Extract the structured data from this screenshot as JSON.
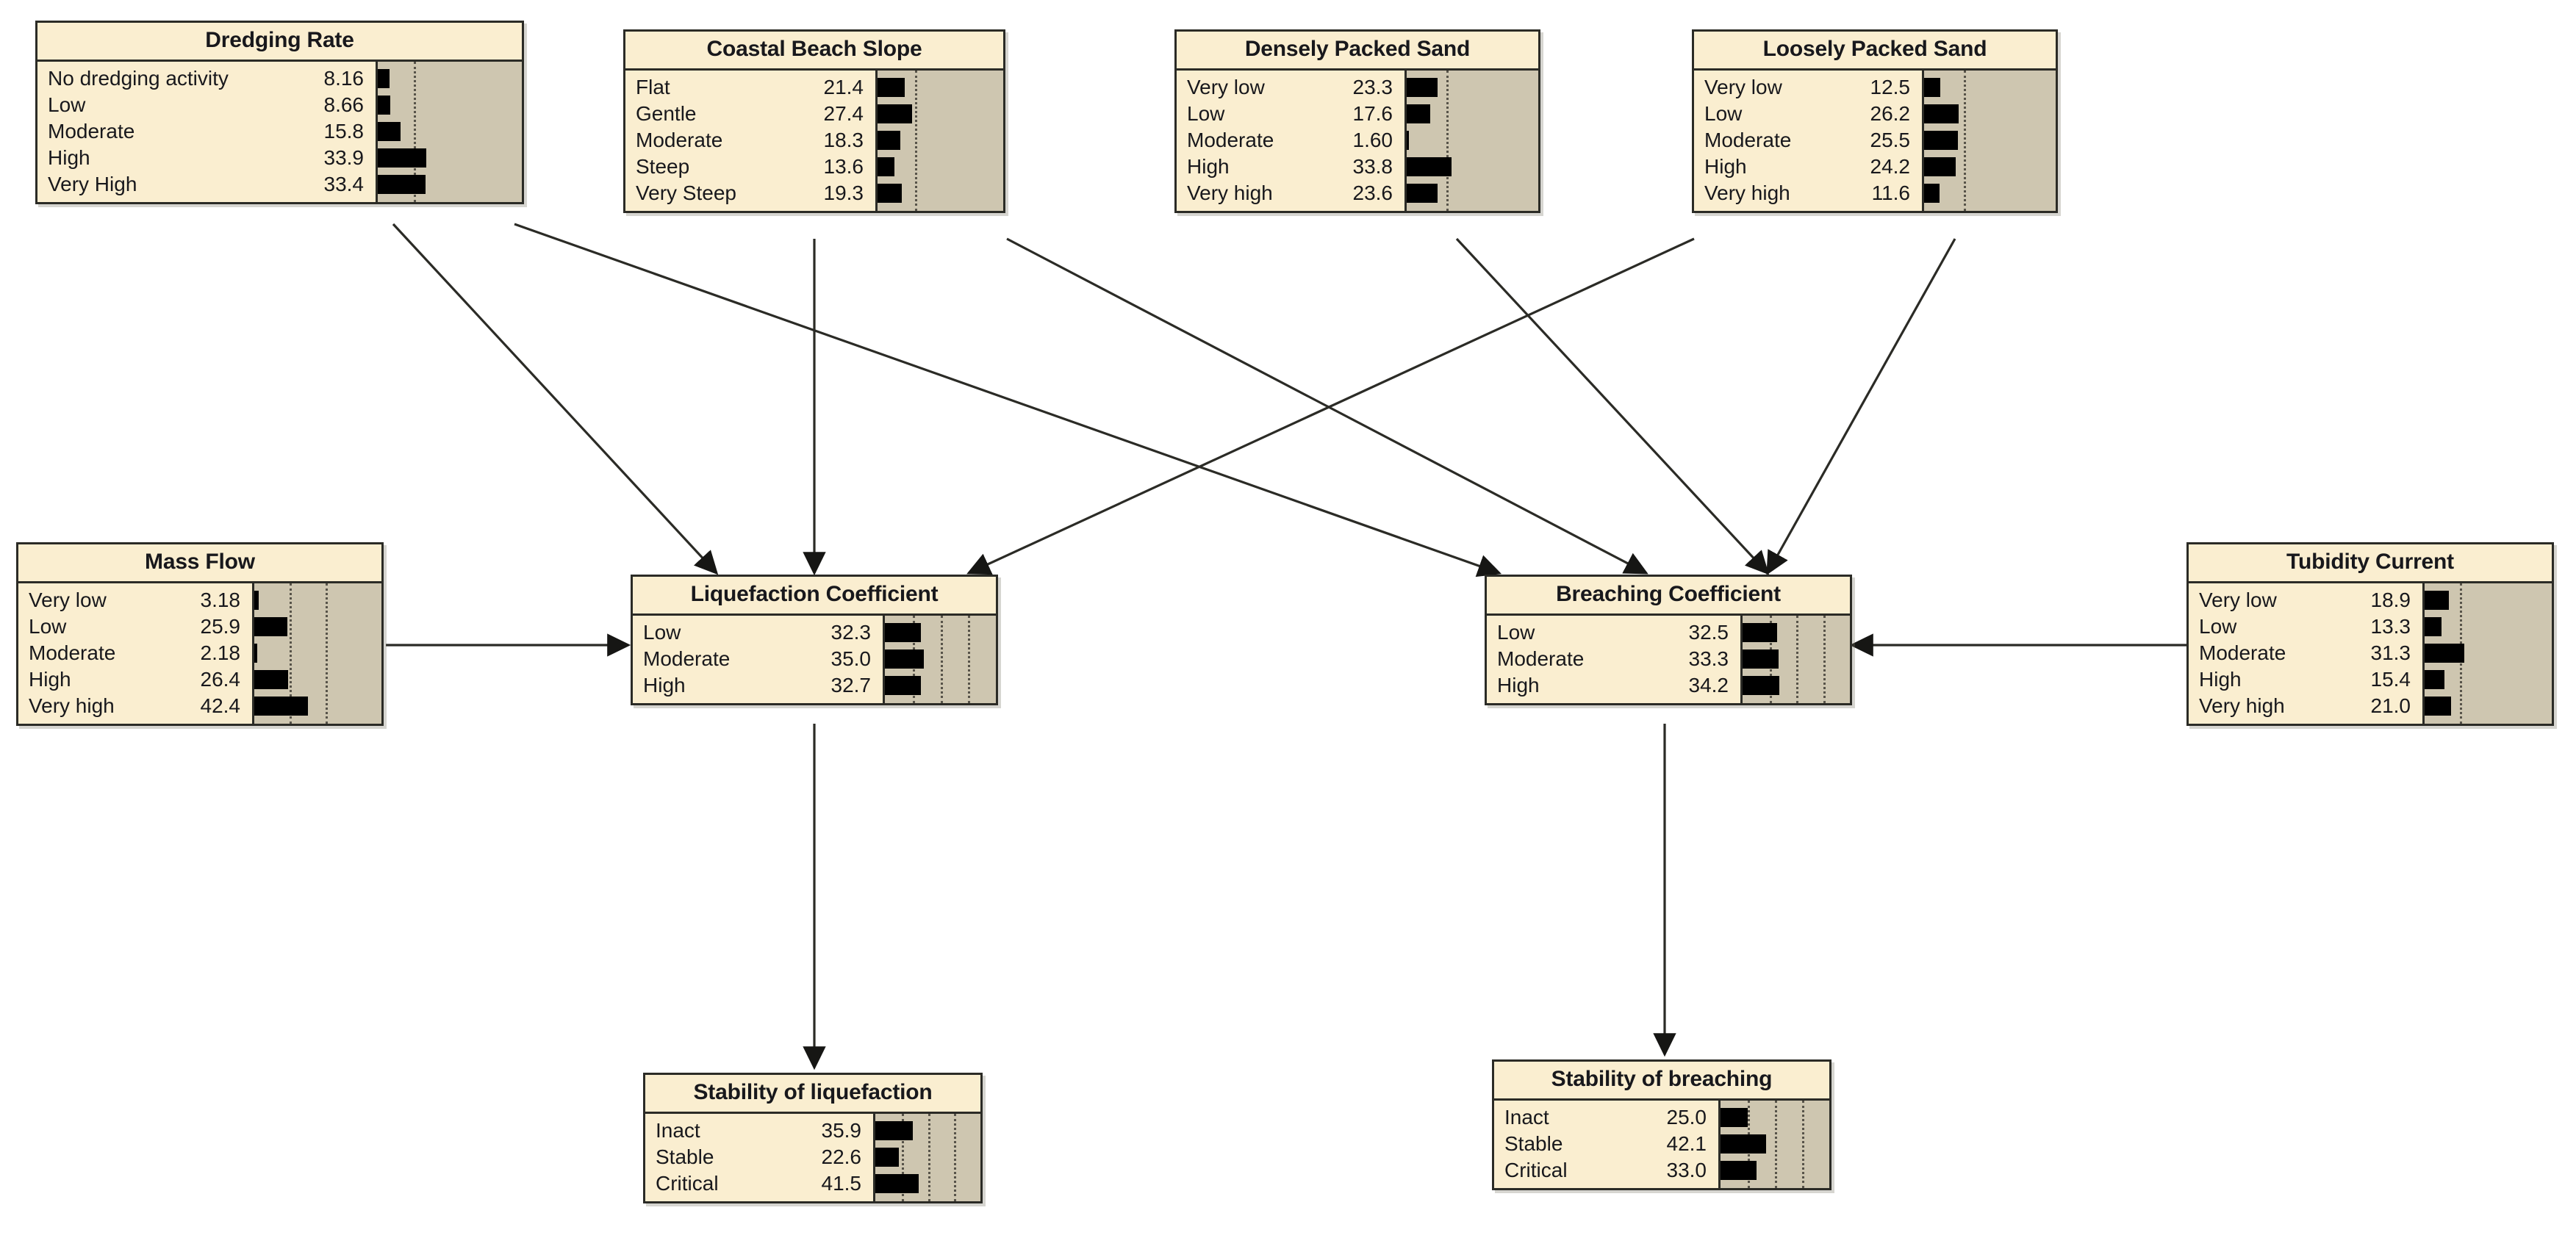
{
  "diagram": {
    "title": "Bayesian network of coastal liquefaction and breaching stability",
    "background": "#ffffff",
    "node_fill": "#faeed0",
    "bar_area_fill": "#cec6b0",
    "bar_color": "#000000",
    "border_color": "#2b2b26",
    "edge_color": "#2b2b26"
  },
  "chart_data": {
    "type": "bar",
    "title": "Bayesian network node marginal distributions (%)",
    "xlabel": "",
    "ylabel": "",
    "nodes": [
      {
        "id": "dredging-rate",
        "title": "Dredging Rate",
        "axis_max": 100,
        "gridlines": [
          25
        ],
        "categories": [
          "No dredging activity",
          "Low",
          "Moderate",
          "High",
          "Very High"
        ],
        "values": [
          8.16,
          8.66,
          15.8,
          33.9,
          33.4
        ],
        "labels": [
          "8.16",
          "8.66",
          "15.8",
          "33.9",
          "33.4"
        ]
      },
      {
        "id": "coastal-beach-slope",
        "title": "Coastal Beach Slope",
        "axis_max": 100,
        "gridlines": [
          30
        ],
        "categories": [
          "Flat",
          "Gentle",
          "Moderate",
          "Steep",
          "Very Steep"
        ],
        "values": [
          21.4,
          27.4,
          18.3,
          13.6,
          19.3
        ],
        "labels": [
          "21.4",
          "27.4",
          "18.3",
          "13.6",
          "19.3"
        ]
      },
      {
        "id": "densely-packed-sand",
        "title": "Densely Packed Sand",
        "axis_max": 100,
        "gridlines": [
          30
        ],
        "categories": [
          "Very low",
          "Low",
          "Moderate",
          "High",
          "Very high"
        ],
        "values": [
          23.3,
          17.6,
          1.6,
          33.8,
          23.6
        ],
        "labels": [
          "23.3",
          "17.6",
          "1.60",
          "33.8",
          "23.6"
        ]
      },
      {
        "id": "loosely-packed-sand",
        "title": "Loosely Packed Sand",
        "axis_max": 100,
        "gridlines": [
          30
        ],
        "categories": [
          "Very low",
          "Low",
          "Moderate",
          "High",
          "Very high"
        ],
        "values": [
          12.5,
          26.2,
          25.5,
          24.2,
          11.6
        ],
        "labels": [
          "12.5",
          "26.2",
          "25.5",
          "24.2",
          "11.6"
        ]
      },
      {
        "id": "mass-flow",
        "title": "Mass Flow",
        "axis_max": 100,
        "gridlines": [
          28,
          56
        ],
        "categories": [
          "Very low",
          "Low",
          "Moderate",
          "High",
          "Very high"
        ],
        "values": [
          3.18,
          25.9,
          2.18,
          26.4,
          42.4
        ],
        "labels": [
          "3.18",
          "25.9",
          "2.18",
          "26.4",
          "42.4"
        ]
      },
      {
        "id": "tubidity-current",
        "title": "Tubidity Current",
        "axis_max": 100,
        "gridlines": [
          28
        ],
        "categories": [
          "Very low",
          "Low",
          "Moderate",
          "High",
          "Very high"
        ],
        "values": [
          18.9,
          13.3,
          31.3,
          15.4,
          21.0
        ],
        "labels": [
          "18.9",
          "13.3",
          "31.3",
          "15.4",
          "21.0"
        ]
      },
      {
        "id": "liquefaction-coefficient",
        "title": "Liquefaction Coefficient",
        "axis_max": 100,
        "gridlines": [
          25,
          50,
          75
        ],
        "categories": [
          "Low",
          "Moderate",
          "High"
        ],
        "values": [
          32.3,
          35.0,
          32.7
        ],
        "labels": [
          "32.3",
          "35.0",
          "32.7"
        ]
      },
      {
        "id": "breaching-coefficient",
        "title": "Breaching Coefficient",
        "axis_max": 100,
        "gridlines": [
          25,
          50,
          75
        ],
        "categories": [
          "Low",
          "Moderate",
          "High"
        ],
        "values": [
          32.5,
          33.3,
          34.2
        ],
        "labels": [
          "32.5",
          "33.3",
          "34.2"
        ]
      },
      {
        "id": "stability-of-liquefaction",
        "title": "Stability of liquefaction",
        "axis_max": 100,
        "gridlines": [
          25,
          50,
          75
        ],
        "categories": [
          "Inact",
          "Stable",
          "Critical"
        ],
        "values": [
          35.9,
          22.6,
          41.5
        ],
        "labels": [
          "35.9",
          "22.6",
          "41.5"
        ]
      },
      {
        "id": "stability-of-breaching",
        "title": "Stability of breaching",
        "axis_max": 100,
        "gridlines": [
          25,
          50,
          75
        ],
        "categories": [
          "Inact",
          "Stable",
          "Critical"
        ],
        "values": [
          25.0,
          42.1,
          33.0
        ],
        "labels": [
          "25.0",
          "42.1",
          "33.0"
        ]
      }
    ],
    "edges": [
      {
        "from": "dredging-rate",
        "to": "liquefaction-coefficient"
      },
      {
        "from": "dredging-rate",
        "to": "breaching-coefficient"
      },
      {
        "from": "coastal-beach-slope",
        "to": "liquefaction-coefficient"
      },
      {
        "from": "coastal-beach-slope",
        "to": "breaching-coefficient"
      },
      {
        "from": "densely-packed-sand",
        "to": "breaching-coefficient"
      },
      {
        "from": "loosely-packed-sand",
        "to": "liquefaction-coefficient"
      },
      {
        "from": "loosely-packed-sand",
        "to": "breaching-coefficient"
      },
      {
        "from": "mass-flow",
        "to": "liquefaction-coefficient"
      },
      {
        "from": "tubidity-current",
        "to": "breaching-coefficient"
      },
      {
        "from": "liquefaction-coefficient",
        "to": "stability-of-liquefaction"
      },
      {
        "from": "breaching-coefficient",
        "to": "stability-of-breaching"
      }
    ]
  }
}
